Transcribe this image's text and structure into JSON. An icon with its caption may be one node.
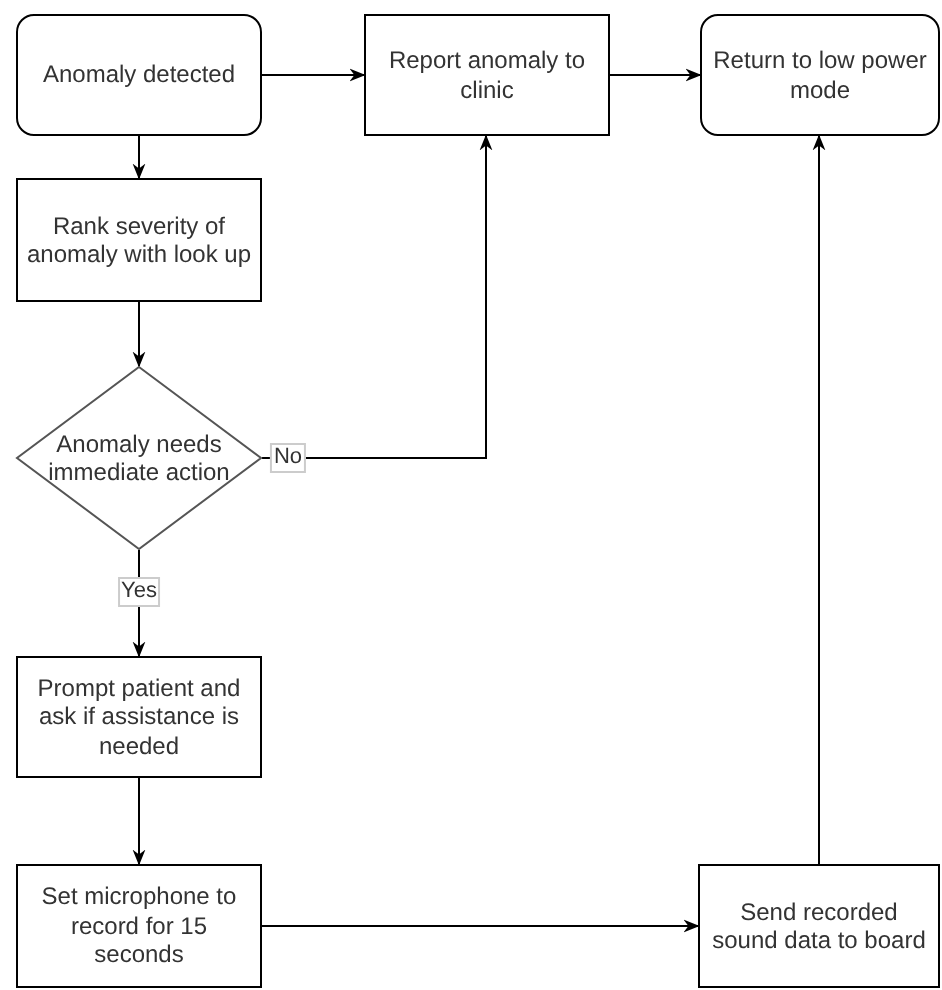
{
  "diagram": {
    "nodes": [
      {
        "text": [
          "Anomaly detected"
        ]
      },
      {
        "text": [
          "Report anomaly to clinic"
        ]
      },
      {
        "text": [
          "Return to low power mode"
        ]
      },
      {
        "text": [
          "Rank severity of anomaly with look up"
        ]
      },
      {
        "text": [
          "Anomaly needs immediate action"
        ]
      },
      {
        "text": [
          "Prompt patient and ask if assistance is needed"
        ]
      },
      {
        "text": [
          "Set microphone to record for 15 seconds"
        ]
      },
      {
        "text": [
          "Send recorded sound data to board"
        ]
      }
    ],
    "edges": [
      {
        "from": 0,
        "to": 1,
        "arrow": "to"
      },
      {
        "from": 1,
        "to": 2,
        "arrow": "to"
      },
      {
        "from": 0,
        "to": 3,
        "arrow": "to"
      },
      {
        "from": 3,
        "to": 4,
        "arrow": "to"
      },
      {
        "from": 4,
        "to": 1,
        "arrow": "to",
        "label": "No"
      },
      {
        "from": 4,
        "to": 5,
        "arrow": "to",
        "label": "Yes"
      },
      {
        "from": 5,
        "to": 6,
        "arrow": "to"
      },
      {
        "from": 6,
        "to": 7,
        "arrow": "to"
      },
      {
        "from": 7,
        "to": 2,
        "arrow": "to"
      }
    ]
  }
}
